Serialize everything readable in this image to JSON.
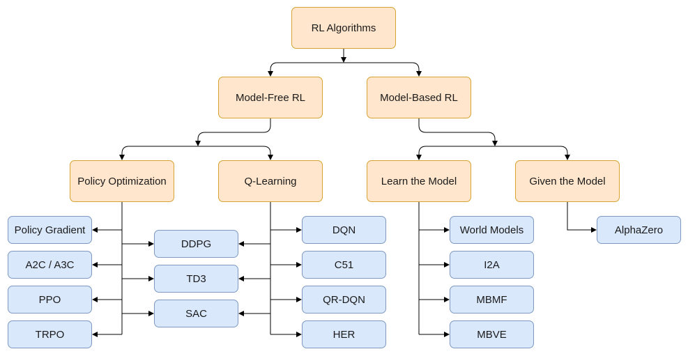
{
  "colors": {
    "category_fill": "#ffe6cc",
    "category_border": "#d6a32e",
    "algorithm_fill": "#dae8fc",
    "algorithm_border": "#7e98c0",
    "edge": "#000000"
  },
  "nodes": {
    "root": "RL Algorithms",
    "model_free": "Model-Free RL",
    "model_based": "Model-Based RL",
    "policy_optimization": "Policy Optimization",
    "q_learning": "Q-Learning",
    "learn_the_model": "Learn the Model",
    "given_the_model": "Given the Model",
    "policy_gradient": "Policy Gradient",
    "a2c_a3c": "A2C / A3C",
    "ppo": "PPO",
    "trpo": "TRPO",
    "ddpg": "DDPG",
    "td3": "TD3",
    "sac": "SAC",
    "dqn": "DQN",
    "c51": "C51",
    "qr_dqn": "QR-DQN",
    "her": "HER",
    "world_models": "World Models",
    "i2a": "I2A",
    "mbmf": "MBMF",
    "mbve": "MBVE",
    "alphazero": "AlphaZero"
  }
}
